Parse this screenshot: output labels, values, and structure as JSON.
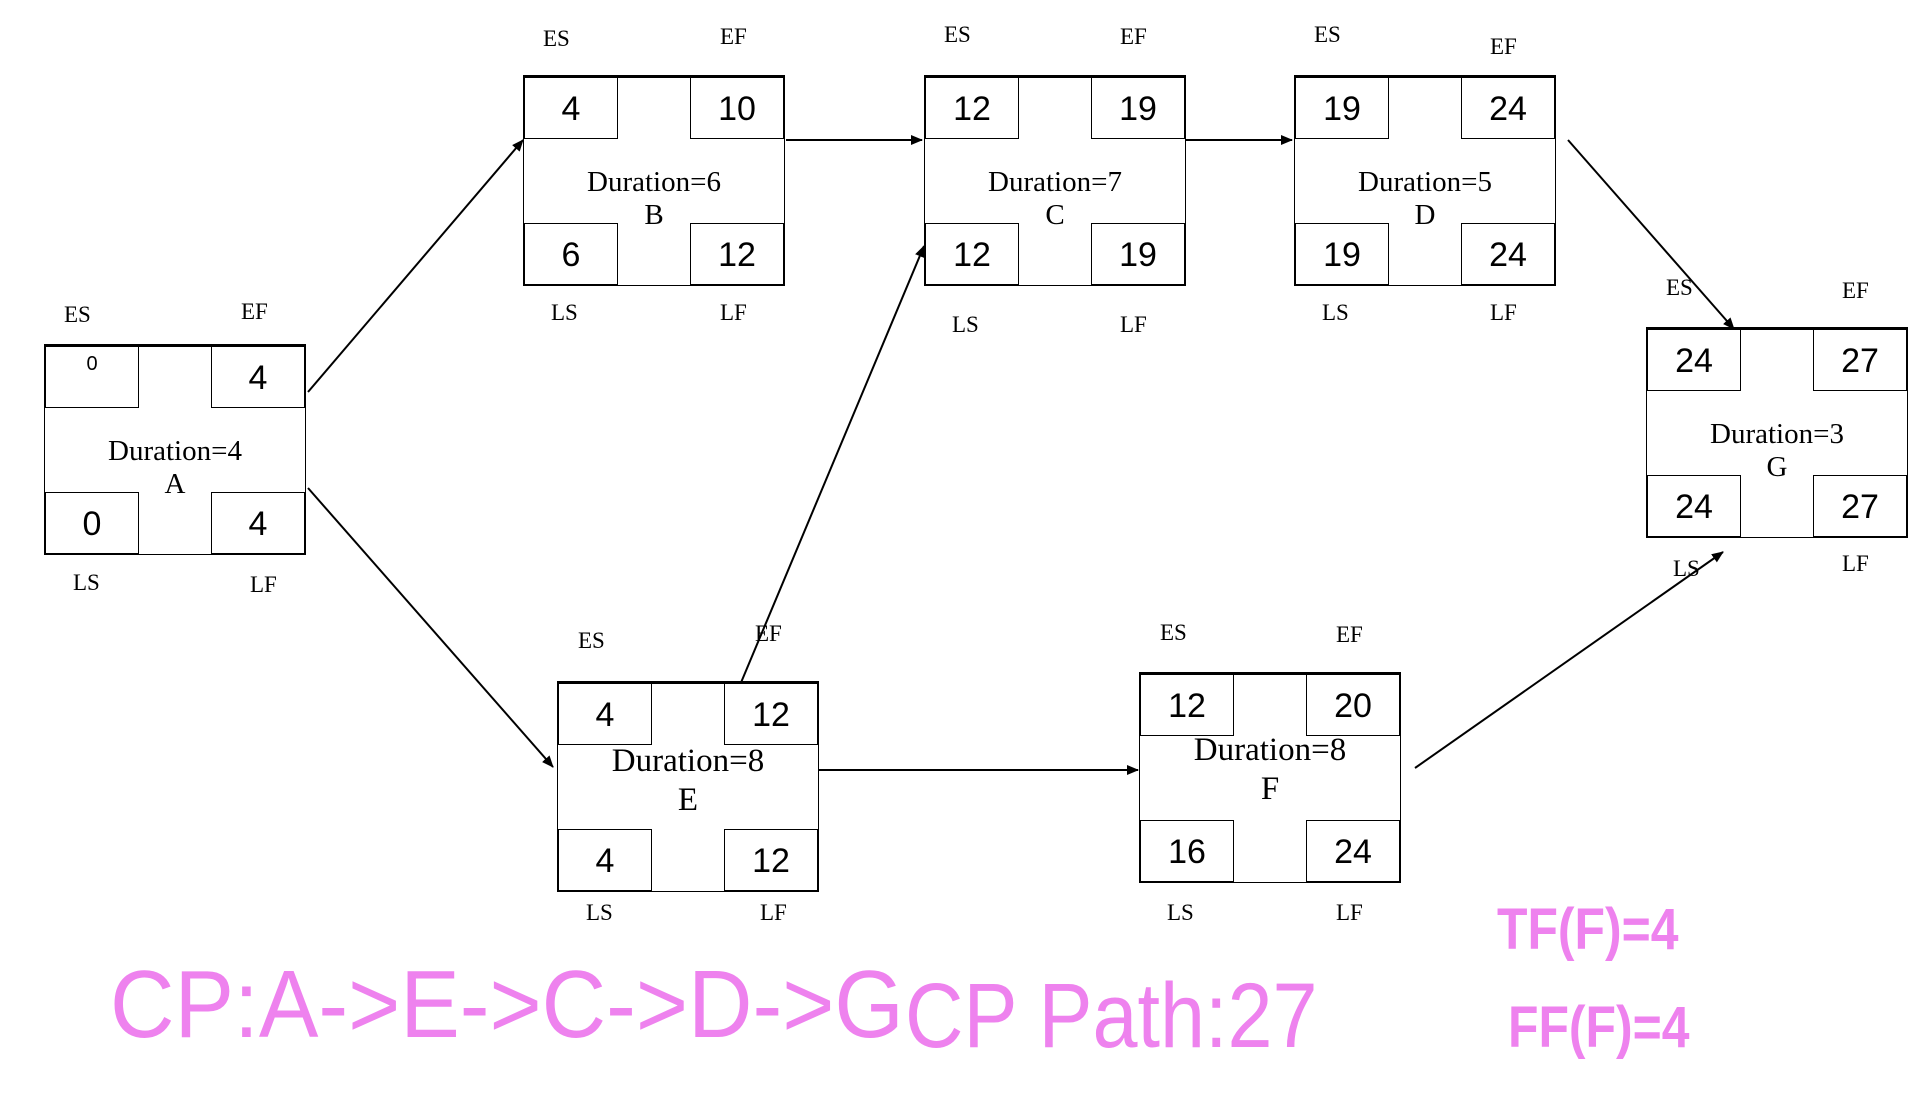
{
  "labels": {
    "es": "ES",
    "ef": "EF",
    "ls": "LS",
    "lf": "LF"
  },
  "nodes": {
    "a": {
      "name": "A",
      "duration": "Duration=4",
      "es": "0",
      "ef": "4",
      "ls": "0",
      "lf": "4"
    },
    "b": {
      "name": "B",
      "duration": "Duration=6",
      "es": "4",
      "ef": "10",
      "ls": "6",
      "lf": "12"
    },
    "c": {
      "name": "C",
      "duration": "Duration=7",
      "es": "12",
      "ef": "19",
      "ls": "12",
      "lf": "19"
    },
    "d": {
      "name": "D",
      "duration": "Duration=5",
      "es": "19",
      "ef": "24",
      "ls": "19",
      "lf": "24"
    },
    "e": {
      "name": "E",
      "duration": "Duration=8",
      "es": "4",
      "ef": "12",
      "ls": "4",
      "lf": "12"
    },
    "f": {
      "name": "F",
      "duration": "Duration=8",
      "es": "12",
      "ef": "20",
      "ls": "16",
      "lf": "24"
    },
    "g": {
      "name": "G",
      "duration": "Duration=3",
      "es": "24",
      "ef": "27",
      "ls": "24",
      "lf": "27"
    }
  },
  "edges": [
    {
      "from": "A",
      "to": "B"
    },
    {
      "from": "A",
      "to": "E"
    },
    {
      "from": "B",
      "to": "C"
    },
    {
      "from": "C",
      "to": "D"
    },
    {
      "from": "D",
      "to": "G"
    },
    {
      "from": "E",
      "to": "C"
    },
    {
      "from": "E",
      "to": "F"
    },
    {
      "from": "F",
      "to": "G"
    }
  ],
  "summary": {
    "critical_path": "CP:A->E->C->D->G",
    "cp_length": "CP Path:27",
    "tf_f": "TF(F)=4",
    "ff_f": "FF(F)=4"
  },
  "colors": {
    "annotation": "#ee82ee",
    "line": "#000000"
  }
}
